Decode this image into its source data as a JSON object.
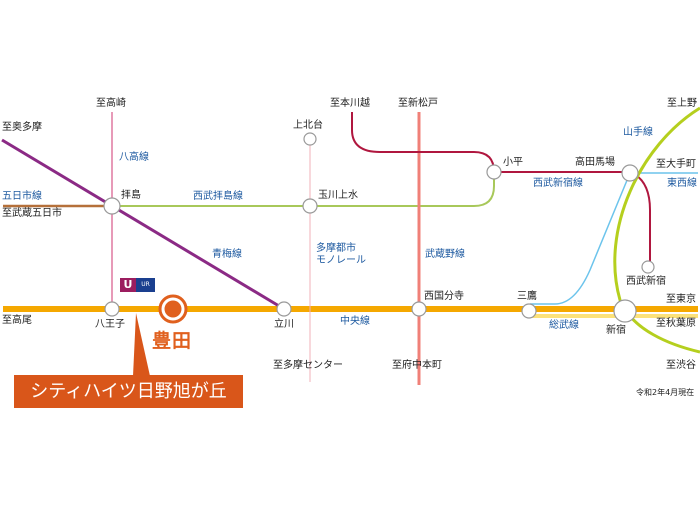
{
  "stations": {
    "haijima": "拝島",
    "hachioji": "八王子",
    "tachikawa": "立川",
    "nishikokubunji": "西国分寺",
    "mitaka": "三鷹",
    "shinjuku": "新宿",
    "kamikitadai": "上北台",
    "tamagawajosui": "玉川上水",
    "kodaira": "小平",
    "takadanobaba": "高田馬場",
    "seibushinjuku": "西武新宿"
  },
  "directions": {
    "takasaki": "至高崎",
    "okutama": "至奥多摩",
    "musashiitsukaichi": "至武蔵五日市",
    "takao": "至高尾",
    "hon_kawagoe": "至本川越",
    "shinmatsudo": "至新松戸",
    "ueno": "至上野",
    "otemachi": "至大手町",
    "tokyo": "至東京",
    "akihabara": "至秋葉原",
    "shibuya": "至渋谷",
    "tama_center": "至多摩センター",
    "fuchu_hommachi": "至府中本町"
  },
  "lines": {
    "hachiko": "八高線",
    "itsukaichi": "五日市線",
    "seibu_haijima": "西武拝島線",
    "ome": "青梅線",
    "monorail": "多摩都市\nモノレール",
    "musashino": "武蔵野線",
    "chuo": "中央線",
    "sobu": "総武線",
    "seibu_shinjuku": "西武新宿線",
    "yamanote": "山手線",
    "tozai": "東西線"
  },
  "highlight": {
    "station": "豊田",
    "property": "シティハイツ日野旭が丘",
    "logo_text": "UR"
  },
  "note": "令和2年4月現在",
  "colors": {
    "chuo": "#f5a800",
    "ome": "#8b2a85",
    "accent": "#d9561a",
    "seibu": "#b0173f",
    "yamanote": "#b5cf1e"
  }
}
